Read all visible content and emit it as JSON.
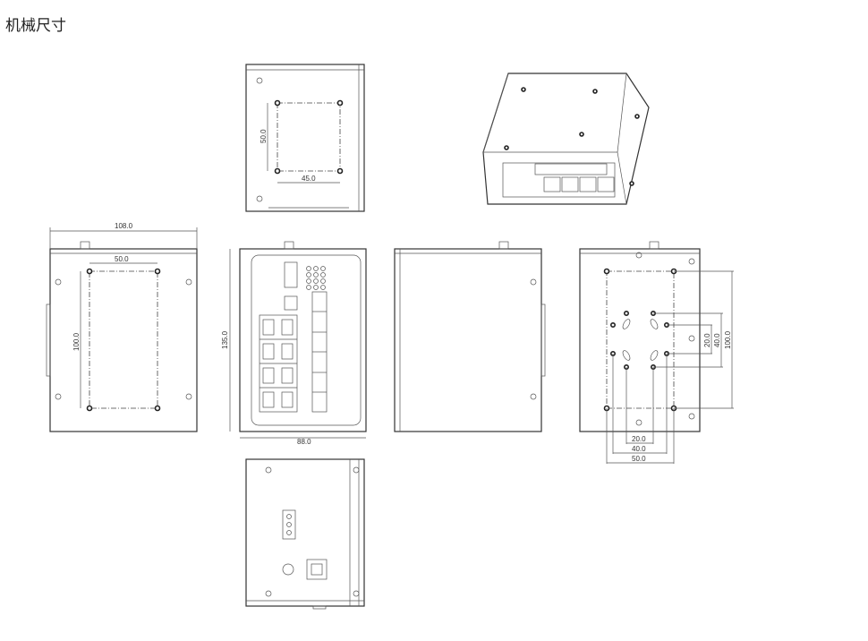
{
  "page": {
    "title": "机械尺寸"
  },
  "drawing": {
    "top_view": {
      "height_dim": "50.0",
      "width_dim": "45.0"
    },
    "left_view": {
      "overall_width": "108.0",
      "hole_width": "50.0",
      "hole_height": "100.0"
    },
    "front_view": {
      "height": "135.0",
      "width": "88.0"
    },
    "back_view": {
      "dim_v_20": "20.0",
      "dim_v_40": "40.0",
      "dim_v_100": "100.0",
      "dim_h_20": "20.0",
      "dim_h_40": "40.0",
      "dim_h_50": "50.0"
    }
  }
}
